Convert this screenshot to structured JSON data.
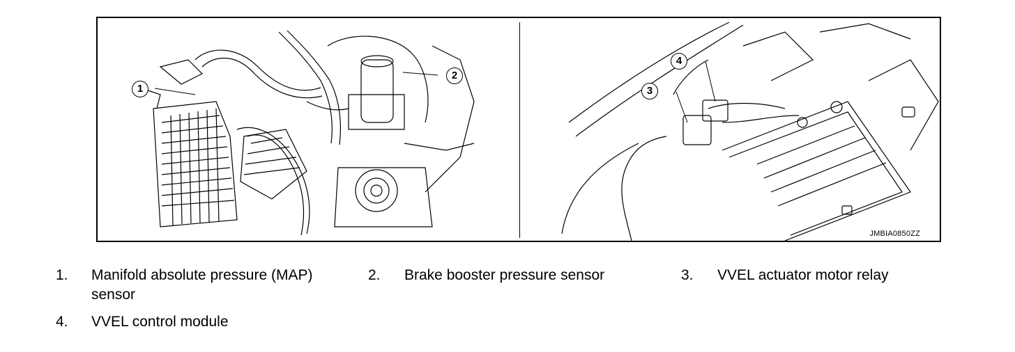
{
  "figure": {
    "code": "JMBIA0850ZZ",
    "callouts": [
      "1",
      "2",
      "3",
      "4"
    ]
  },
  "legend": [
    {
      "number": "1.",
      "label": "Manifold absolute pressure (MAP)",
      "label_cont": "sensor"
    },
    {
      "number": "2.",
      "label": "Brake booster pressure sensor"
    },
    {
      "number": "3.",
      "label": "VVEL actuator motor relay"
    },
    {
      "number": "4.",
      "label": "VVEL control module"
    }
  ]
}
